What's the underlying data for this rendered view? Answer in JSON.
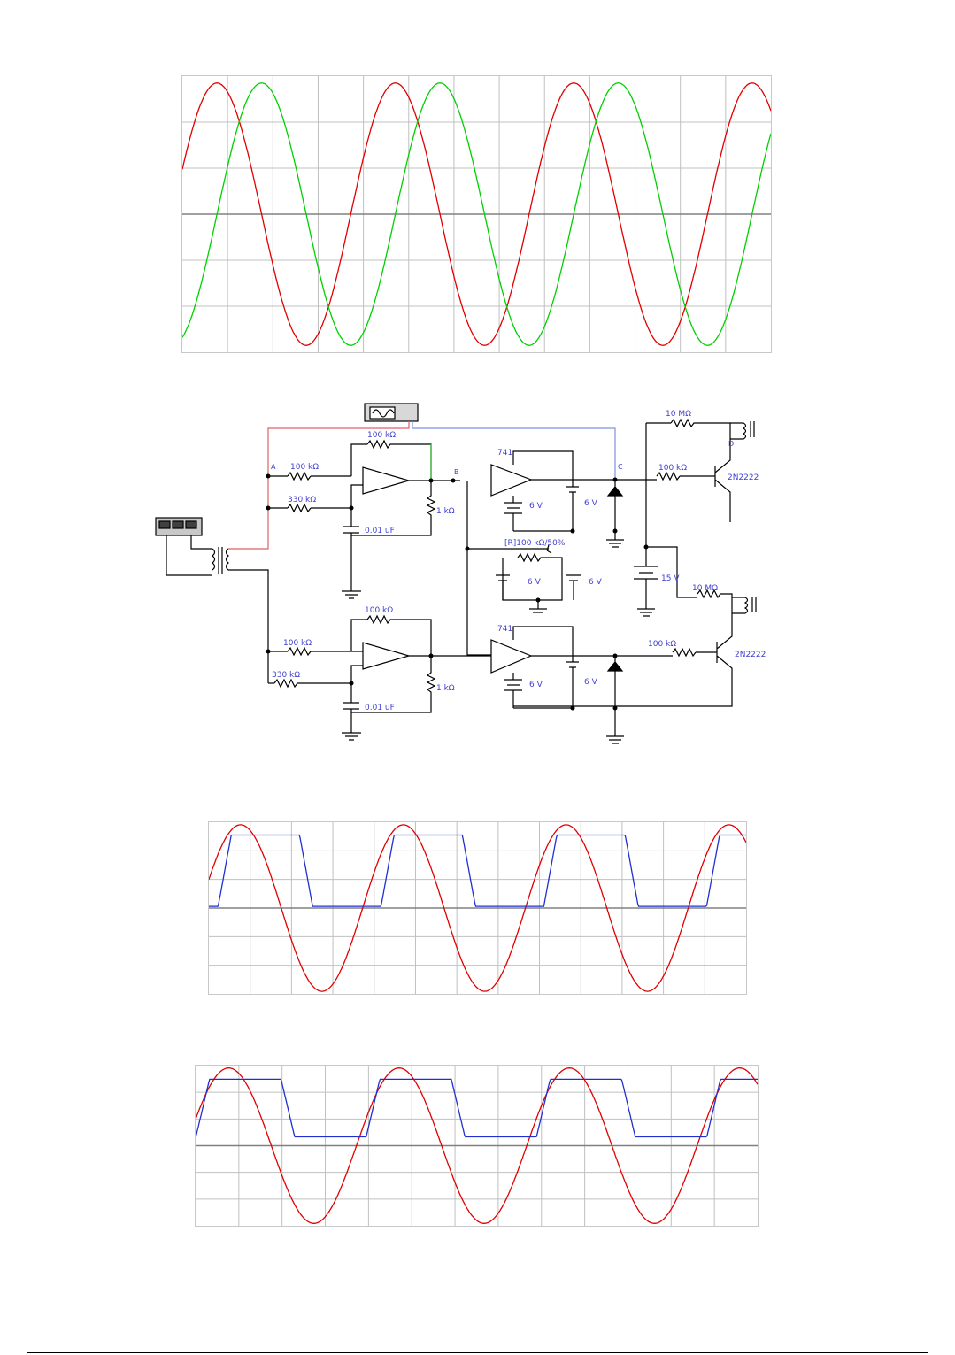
{
  "colors": {
    "red_trace": "#e00000",
    "green_trace": "#00d000",
    "blue_trace": "#2030d0",
    "grid": "#c0c0c0",
    "axis": "#808080",
    "wire": "#000000",
    "label": "#4040d0",
    "probe_red": "#e06060",
    "probe_blue": "#8090e0"
  },
  "chart_data": [
    {
      "type": "line",
      "title": "",
      "grid": true,
      "x_range": [
        0,
        1
      ],
      "y_range": [
        -1,
        1
      ],
      "series": [
        {
          "color": "red",
          "kind": "sine",
          "amplitude": 0.95,
          "cycles": 3.3,
          "phase_deg": 20
        },
        {
          "color": "green",
          "kind": "sine",
          "amplitude": 0.95,
          "cycles": 3.3,
          "phase_deg": -70
        }
      ]
    },
    {
      "type": "line",
      "title": "",
      "grid": true,
      "x_range": [
        0,
        1
      ],
      "y_range": [
        -1,
        1
      ],
      "series": [
        {
          "color": "red",
          "kind": "sine",
          "amplitude": 0.97,
          "cycles": 3.3,
          "phase_deg": 20
        },
        {
          "color": "blue",
          "kind": "square",
          "high": 0.85,
          "low": 0.02,
          "cycles": 3.3,
          "phase_deg": -35
        }
      ]
    },
    {
      "type": "line",
      "title": "",
      "grid": true,
      "x_range": [
        0,
        1
      ],
      "y_range": [
        -1,
        1
      ],
      "series": [
        {
          "color": "red",
          "kind": "sine",
          "amplitude": 0.97,
          "cycles": 3.3,
          "phase_deg": 20
        },
        {
          "color": "blue",
          "kind": "square",
          "high": 0.83,
          "low": 0.11,
          "cycles": 3.3,
          "phase_deg": -15
        }
      ]
    }
  ],
  "circuit": {
    "nodes": {
      "a": "A",
      "b": "B",
      "c": "C",
      "d": "D"
    },
    "resistors": {
      "r_in_top": "100 kΩ",
      "r_fb_top": "100 kΩ",
      "r_phase_top": "330 kΩ",
      "r_load_top": "1 kΩ",
      "r_in_bot": "100 kΩ",
      "r_fb_bot": "100 kΩ",
      "r_phase_bot": "330 kΩ",
      "r_load_bot": "1 kΩ",
      "r_base_top": "100 kΩ",
      "r_base_bot": "100 kΩ",
      "r_coll_top": "10 MΩ",
      "r_coll_bot": "10 MΩ",
      "pot": "[R]100 kΩ/50%"
    },
    "capacitors": {
      "c_top": "0.01 uF",
      "c_bot": "0.01 uF"
    },
    "opamps": {
      "comp_top": "741",
      "comp_bot": "741"
    },
    "supplies": {
      "v_top_1": "6 V",
      "v_top_2": "6 V",
      "v_mid_1": "6 V",
      "v_mid_2": "6 V",
      "v_bot_1": "6 V",
      "v_bot_2": "6 V",
      "v_main": "15 V"
    },
    "transistors": {
      "q_top": "2N2222",
      "q_bot": "2N2222"
    }
  }
}
